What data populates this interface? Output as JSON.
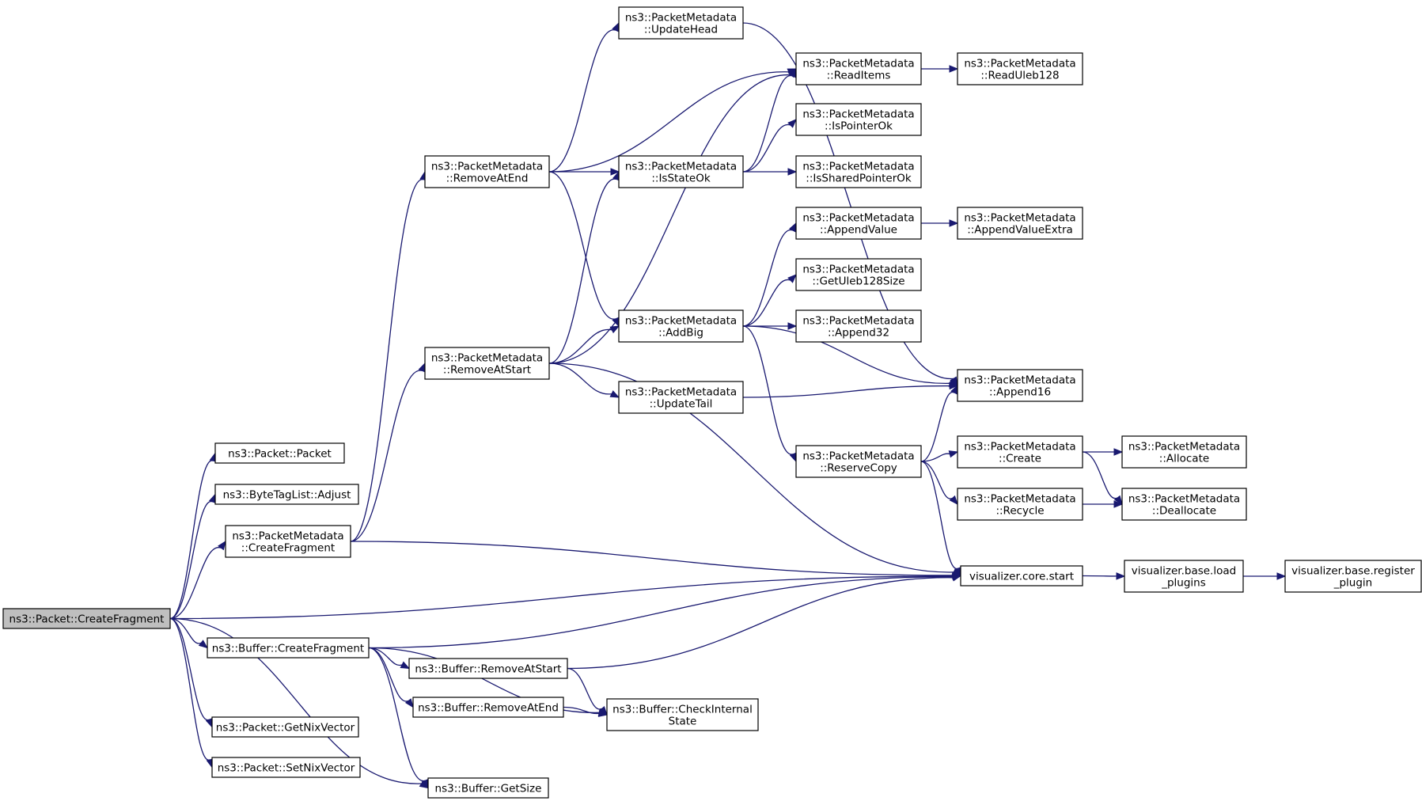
{
  "colors": {
    "edge": "#191970",
    "root_fill": "#bfbfbf",
    "node_fill": "#ffffff"
  },
  "nodes": [
    {
      "id": "root",
      "lines": [
        "ns3::Packet::CreateFragment"
      ],
      "root": true
    },
    {
      "id": "pkt",
      "lines": [
        "ns3::Packet::Packet"
      ]
    },
    {
      "id": "btl",
      "lines": [
        "ns3::ByteTagList::Adjust"
      ]
    },
    {
      "id": "pmcf",
      "lines": [
        "ns3::PacketMetadata",
        "::CreateFragment"
      ]
    },
    {
      "id": "bcf",
      "lines": [
        "ns3::Buffer::CreateFragment"
      ]
    },
    {
      "id": "gnv",
      "lines": [
        "ns3::Packet::GetNixVector"
      ]
    },
    {
      "id": "snv",
      "lines": [
        "ns3::Packet::SetNixVector"
      ]
    },
    {
      "id": "rae",
      "lines": [
        "ns3::PacketMetadata",
        "::RemoveAtEnd"
      ]
    },
    {
      "id": "ras",
      "lines": [
        "ns3::PacketMetadata",
        "::RemoveAtStart"
      ]
    },
    {
      "id": "uh",
      "lines": [
        "ns3::PacketMetadata",
        "::UpdateHead"
      ]
    },
    {
      "id": "iso",
      "lines": [
        "ns3::PacketMetadata",
        "::IsStateOk"
      ]
    },
    {
      "id": "ab",
      "lines": [
        "ns3::PacketMetadata",
        "::AddBig"
      ]
    },
    {
      "id": "ut",
      "lines": [
        "ns3::PacketMetadata",
        "::UpdateTail"
      ]
    },
    {
      "id": "ri",
      "lines": [
        "ns3::PacketMetadata",
        "::ReadItems"
      ]
    },
    {
      "id": "ipo",
      "lines": [
        "ns3::PacketMetadata",
        "::IsPointerOk"
      ]
    },
    {
      "id": "ispo",
      "lines": [
        "ns3::PacketMetadata",
        "::IsSharedPointerOk"
      ]
    },
    {
      "id": "av",
      "lines": [
        "ns3::PacketMetadata",
        "::AppendValue"
      ]
    },
    {
      "id": "gus",
      "lines": [
        "ns3::PacketMetadata",
        "::GetUleb128Size"
      ]
    },
    {
      "id": "a32",
      "lines": [
        "ns3::PacketMetadata",
        "::Append32"
      ]
    },
    {
      "id": "rc",
      "lines": [
        "ns3::PacketMetadata",
        "::ReserveCopy"
      ]
    },
    {
      "id": "ru",
      "lines": [
        "ns3::PacketMetadata",
        "::ReadUleb128"
      ]
    },
    {
      "id": "ave",
      "lines": [
        "ns3::PacketMetadata",
        "::AppendValueExtra"
      ]
    },
    {
      "id": "a16",
      "lines": [
        "ns3::PacketMetadata",
        "::Append16"
      ]
    },
    {
      "id": "cr",
      "lines": [
        "ns3::PacketMetadata",
        "::Create"
      ]
    },
    {
      "id": "rcy",
      "lines": [
        "ns3::PacketMetadata",
        "::Recycle"
      ]
    },
    {
      "id": "al",
      "lines": [
        "ns3::PacketMetadata",
        "::Allocate"
      ]
    },
    {
      "id": "dal",
      "lines": [
        "ns3::PacketMetadata",
        "::Deallocate"
      ]
    },
    {
      "id": "vcs",
      "lines": [
        "visualizer.core.start"
      ]
    },
    {
      "id": "vlp",
      "lines": [
        "visualizer.base.load",
        "_plugins"
      ]
    },
    {
      "id": "vrp",
      "lines": [
        "visualizer.base.register",
        "_plugin"
      ]
    },
    {
      "id": "bras",
      "lines": [
        "ns3::Buffer::RemoveAtStart"
      ]
    },
    {
      "id": "brae",
      "lines": [
        "ns3::Buffer::RemoveAtEnd"
      ]
    },
    {
      "id": "bcis",
      "lines": [
        "ns3::Buffer::CheckInternal",
        "State"
      ]
    },
    {
      "id": "bgs",
      "lines": [
        "ns3::Buffer::GetSize"
      ]
    }
  ],
  "edges": [
    [
      "root",
      "pkt"
    ],
    [
      "root",
      "btl"
    ],
    [
      "root",
      "pmcf"
    ],
    [
      "root",
      "vcs"
    ],
    [
      "root",
      "bcf"
    ],
    [
      "root",
      "gnv"
    ],
    [
      "root",
      "snv"
    ],
    [
      "root",
      "bgs"
    ],
    [
      "pmcf",
      "rae"
    ],
    [
      "pmcf",
      "ras"
    ],
    [
      "pmcf",
      "vcs"
    ],
    [
      "rae",
      "uh"
    ],
    [
      "rae",
      "ri"
    ],
    [
      "rae",
      "iso"
    ],
    [
      "rae",
      "ab"
    ],
    [
      "ras",
      "ri"
    ],
    [
      "ras",
      "iso"
    ],
    [
      "ras",
      "ab"
    ],
    [
      "ras",
      "ut"
    ],
    [
      "ras",
      "vcs"
    ],
    [
      "uh",
      "a16"
    ],
    [
      "iso",
      "ri"
    ],
    [
      "iso",
      "ipo"
    ],
    [
      "iso",
      "ispo"
    ],
    [
      "ri",
      "ru"
    ],
    [
      "ab",
      "av"
    ],
    [
      "ab",
      "gus"
    ],
    [
      "ab",
      "a32"
    ],
    [
      "ab",
      "a16"
    ],
    [
      "ab",
      "rc"
    ],
    [
      "ut",
      "a16"
    ],
    [
      "av",
      "ave"
    ],
    [
      "rc",
      "a16"
    ],
    [
      "rc",
      "cr"
    ],
    [
      "rc",
      "rcy"
    ],
    [
      "rc",
      "vcs"
    ],
    [
      "cr",
      "al"
    ],
    [
      "cr",
      "dal"
    ],
    [
      "rcy",
      "dal"
    ],
    [
      "vcs",
      "vlp"
    ],
    [
      "vlp",
      "vrp"
    ],
    [
      "bcf",
      "vcs"
    ],
    [
      "bcf",
      "bras"
    ],
    [
      "bcf",
      "brae"
    ],
    [
      "bcf",
      "bcis"
    ],
    [
      "bcf",
      "bgs"
    ],
    [
      "bras",
      "vcs"
    ],
    [
      "bras",
      "bcis"
    ],
    [
      "brae",
      "bcis"
    ]
  ]
}
